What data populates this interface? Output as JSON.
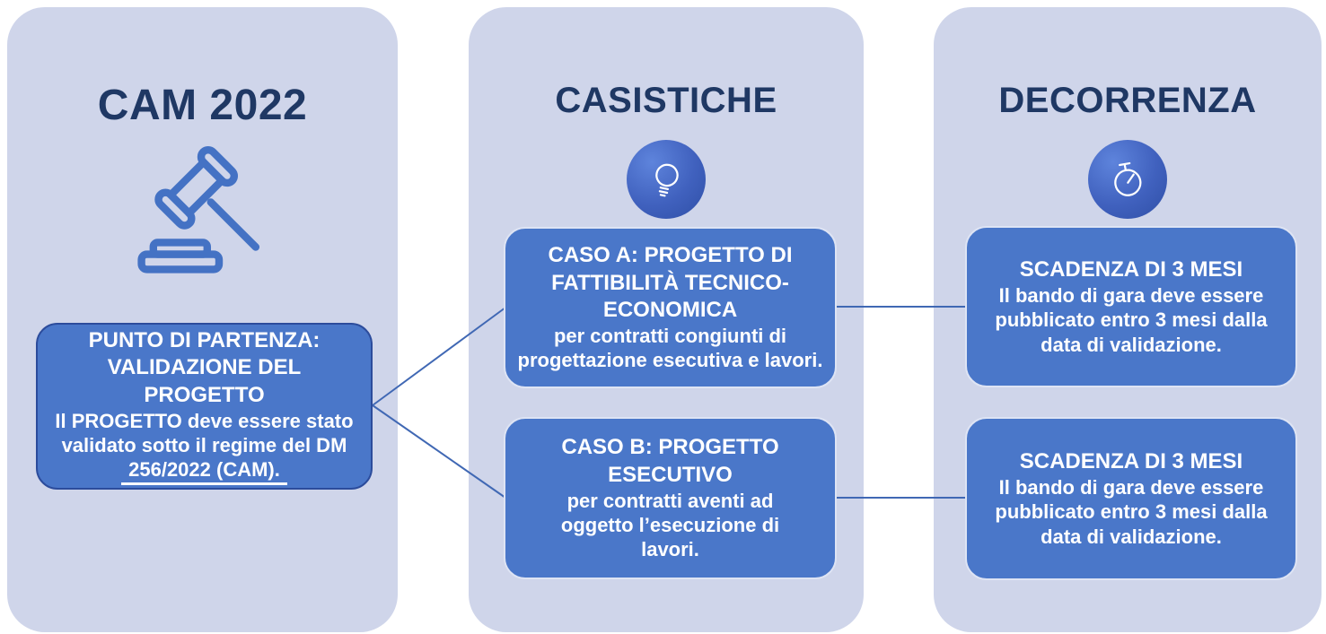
{
  "colors": {
    "panel_background": "#CFD5EA",
    "box_fill": "#4A77C9",
    "title_text": "#1F3864",
    "box_text": "#FFFFFF",
    "connector_line": "#4068B4",
    "icon_circle_gradient": [
      "#5E84DC",
      "#2F4FA6"
    ],
    "gavel_stroke": "#4472C4"
  },
  "columns": [
    {
      "title": "CAM 2022",
      "icon": "gavel-icon"
    },
    {
      "title": "CASISTICHE",
      "icon": "lightbulb-icon"
    },
    {
      "title": "DECORRENZA",
      "icon": "stopwatch-icon"
    }
  ],
  "boxes": {
    "punto": {
      "heading": "PUNTO DI PARTENZA:\nVALIDAZIONE DEL\nPROGETTO",
      "body": "Il PROGETTO deve essere stato\nvalidato sotto il regime del DM",
      "body_underlined": "256/2022 (CAM)."
    },
    "caso_a": {
      "heading": "CASO A: PROGETTO DI\nFATTIBILITÀ TECNICO-\nECONOMICA",
      "body": "per contratti congiunti di\nprogettazione esecutiva e lavori."
    },
    "caso_b": {
      "heading": "CASO B: PROGETTO\nESECUTIVO",
      "body": "per contratti aventi ad\noggetto l’esecuzione di\nlavori."
    },
    "scadenza_a": {
      "heading": "SCADENZA DI 3 MESI",
      "body": "Il bando di gara deve essere\npubblicato entro 3 mesi dalla\ndata di validazione."
    },
    "scadenza_b": {
      "heading": "SCADENZA DI 3 MESI",
      "body": "Il bando di gara deve essere\npubblicato entro 3 mesi dalla\ndata di validazione."
    }
  }
}
